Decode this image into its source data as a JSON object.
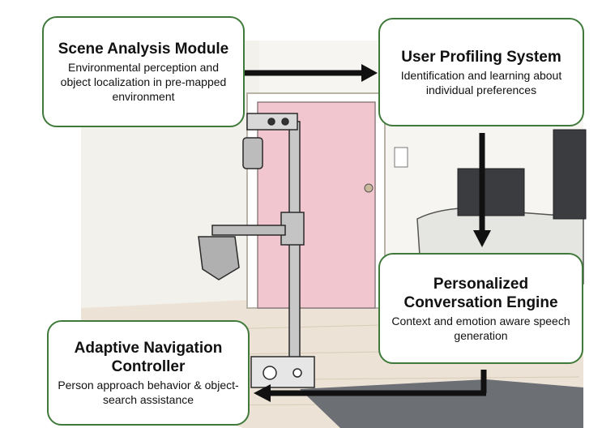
{
  "boxes": {
    "scene": {
      "title": "Scene Analysis Module",
      "desc": "Environmental perception and object localization in pre-mapped environment"
    },
    "user": {
      "title": "User Profiling System",
      "desc": "Identification and learning about individual preferences"
    },
    "conversation": {
      "title": "Personalized Conversation Engine",
      "desc": "Context and emotion aware speech generation"
    },
    "navigation": {
      "title": "Adaptive Navigation Controller",
      "desc": "Person approach behavior & object-search assistance"
    }
  },
  "colors": {
    "box_border": "#3f7a3a",
    "arrow": "#111111",
    "door": "#f2c6cf"
  }
}
